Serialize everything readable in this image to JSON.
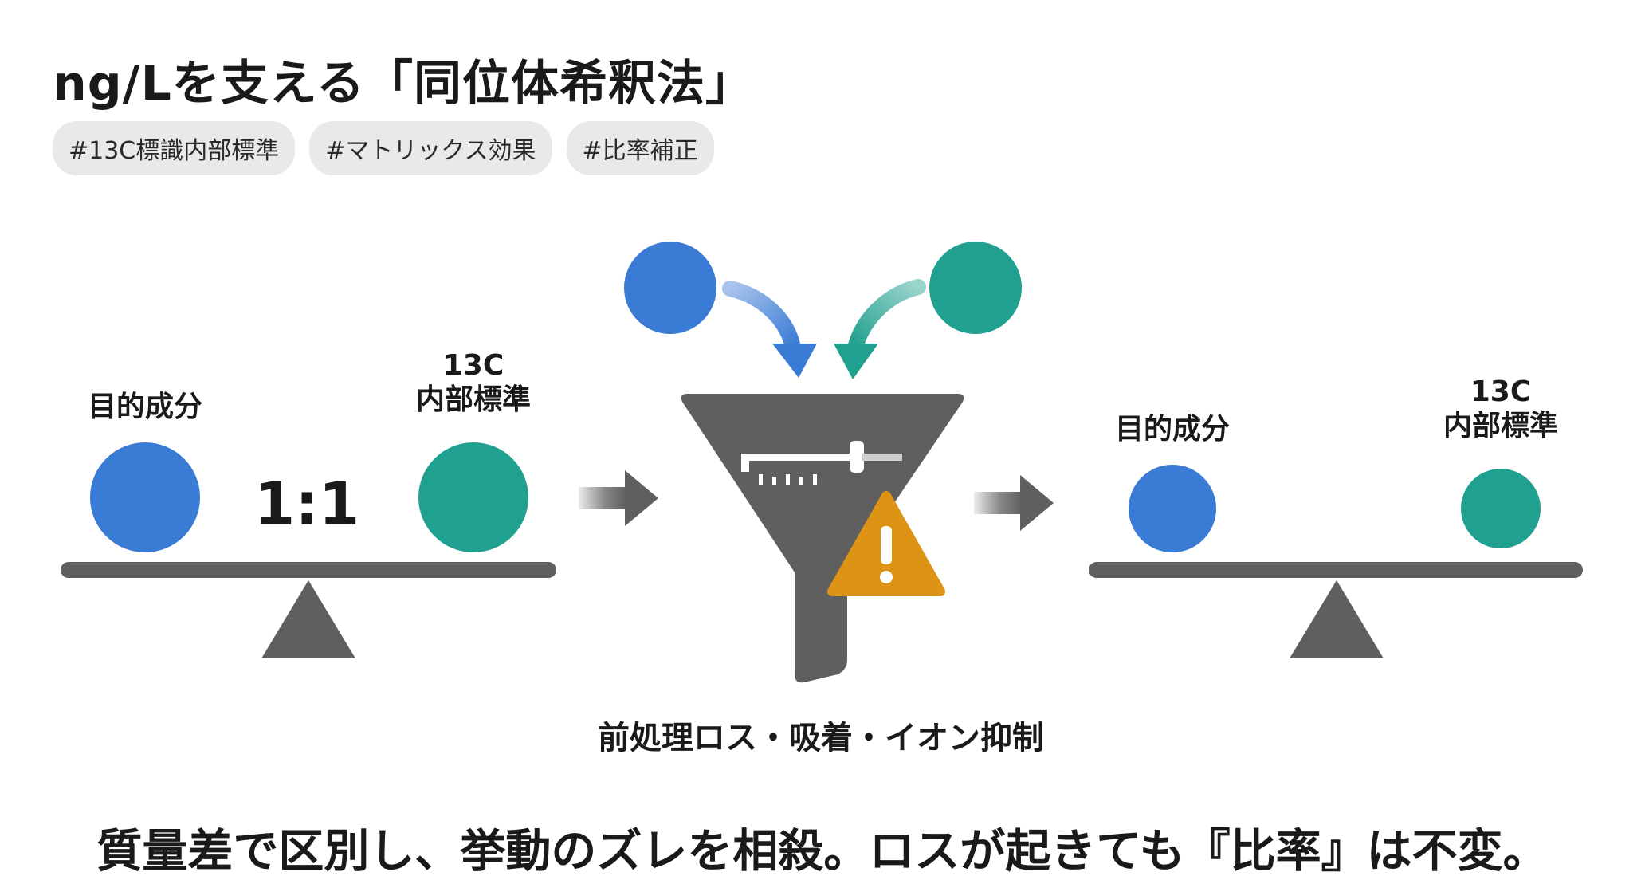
{
  "title": "ng/Lを支える「同位体希釈法」",
  "tags": [
    "#13C標識内部標準",
    "#マトリックス効果",
    "#比率補正"
  ],
  "left_balance": {
    "analyte_label": "目的成分",
    "standard_label_line1": "13C",
    "standard_label_line2": "内部標準",
    "ratio": "1:1"
  },
  "right_balance": {
    "analyte_label": "目的成分",
    "standard_label_line1": "13C",
    "standard_label_line2": "内部標準"
  },
  "process_caption": "前処理ロス・吸着・イオン抑制",
  "bottom_message": "質量差で区別し、挙動のズレを相殺。ロスが起きても『比率』は不変。",
  "colors": {
    "analyte": "#3a7bd5",
    "standard": "#20a08e",
    "structure": "#5f5f5f",
    "warning": "#dd9414",
    "tag_bg": "#e9e9e9"
  },
  "icons": [
    "funnel-icon",
    "syringe-icon",
    "warning-icon",
    "arrow-right-icon",
    "curved-arrow-icon",
    "balance-scale-icon"
  ]
}
